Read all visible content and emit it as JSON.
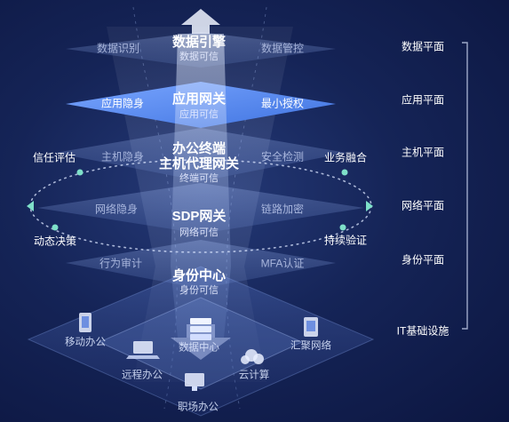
{
  "layers": [
    {
      "key": "data",
      "title": "数据引擎",
      "subtitle": "数据可信",
      "left": "数据识别",
      "right": "数据管控",
      "layer_label": "数据平面",
      "highlighted": false
    },
    {
      "key": "app",
      "title": "应用网关",
      "subtitle": "应用可信",
      "left": "应用隐身",
      "right": "最小授权",
      "layer_label": "应用平面",
      "highlighted": true
    },
    {
      "key": "host",
      "title": "办公终端",
      "title2": "主机代理网关",
      "subtitle": "终端可信",
      "left": "主机隐身",
      "right": "安全检测",
      "layer_label": "主机平面",
      "highlighted": false
    },
    {
      "key": "net",
      "title": "SDP网关",
      "subtitle": "网络可信",
      "left": "网络隐身",
      "right": "链路加密",
      "layer_label": "网络平面",
      "highlighted": false
    },
    {
      "key": "id",
      "title": "身份中心",
      "subtitle": "身份可信",
      "left": "行为审计",
      "right": "MFA认证",
      "layer_label": "身份平面",
      "highlighted": false
    }
  ],
  "orbit": {
    "top_left": "信任评估",
    "top_right": "业务融合",
    "bottom_left": "动态决策",
    "bottom_right": "持续验证"
  },
  "infra": {
    "layer_label": "IT基础设施",
    "center": "数据中心",
    "items": [
      "移动办公",
      "远程办公",
      "职场办公",
      "云计算",
      "汇聚网络"
    ]
  },
  "colors": {
    "background": "#152457",
    "highlight": "#5b8ff0",
    "layer": "#8aa8e6",
    "dot": "#7ee0c9"
  },
  "icons": [
    "phone-icon",
    "laptop-icon",
    "desktop-icon",
    "cloud-icon",
    "network-icon",
    "server-icon"
  ]
}
